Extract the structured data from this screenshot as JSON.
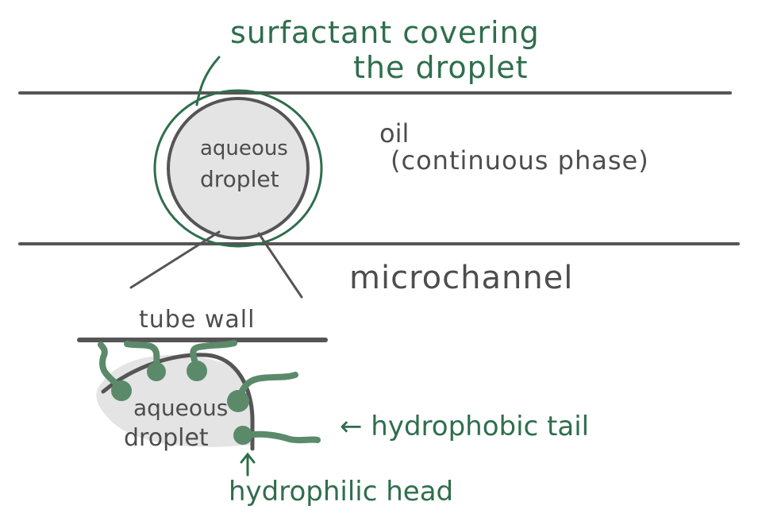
{
  "labels": {
    "surfactant_line1": "surfactant covering",
    "surfactant_line2": "the droplet",
    "oil_line1": "oil",
    "oil_line2": "(continuous phase)",
    "microchannel": "microchannel",
    "tube_wall": "tube wall",
    "top_droplet_line1": "aqueous",
    "top_droplet_line2": "droplet",
    "bottom_droplet_line1": "aqueous",
    "bottom_droplet_line2": "droplet",
    "hydrophobic_tail": "← hydrophobic tail",
    "hydrophilic_head": "hydrophilic head"
  },
  "colors": {
    "line": "#555555",
    "droplet_fill": "#e4e4e4",
    "surfactant": "#5b8a6a",
    "label_green": "#2f6e4c"
  }
}
